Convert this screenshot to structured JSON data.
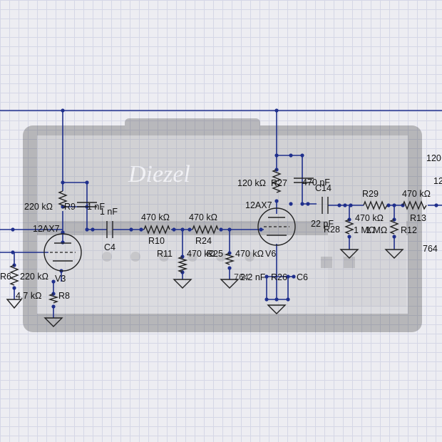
{
  "background": {
    "device": "guitar-amplifier-head-photo",
    "logo_text": "Diezel"
  },
  "colors": {
    "wire": "#1f2f8c",
    "grid": "#d5d7e6",
    "component": "#222222"
  },
  "labels": {
    "r9": "220 kΩ",
    "r9_ref": "R9",
    "c9": "1 nF",
    "c9_ref": "1 nF",
    "r10_val": "470 kΩ",
    "r10_ref": "R10",
    "r24_val": "470 kΩ",
    "r24_ref": "R24",
    "r11_ref": "R11",
    "r11_val": "470 kΩ",
    "r25_ref": "R25",
    "r25_val": "470 kΩ",
    "c4_ref": "C4",
    "tube_v3_type": "12AX7",
    "tube_v3_ref": "V3",
    "r6_ref": "R6",
    "r6_val": "220 kΩ",
    "r8_val": "4.7 kΩ",
    "r8_ref": "R8",
    "r27_val": "120 kΩ",
    "r27_ref": "R27",
    "c14_val": "470 pF",
    "c14_ref": "C14",
    "tube_v6_type": "12AX7",
    "tube_v6_ref": "V6",
    "c22_val": "22 pF",
    "r28_ref": "R28",
    "r28_val": "470 kΩ",
    "r28_b": "1 MΩ",
    "r29_ref": "R29",
    "r29_val": "470 kΩ",
    "r12_val": "1 MΩ",
    "r12_ref": "R12",
    "r13_ref": "R13",
    "r26_val": "2.2 nF",
    "r26_ref": "R26",
    "c6_ref": "C6",
    "val_764a": "764",
    "val_764b": "764",
    "val_120a": "120",
    "val_12b": "12",
    "mix_fraction": "470 kΩ"
  }
}
